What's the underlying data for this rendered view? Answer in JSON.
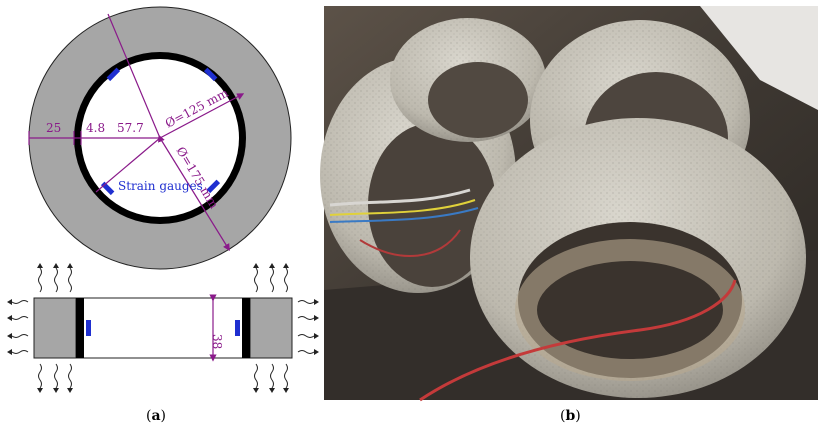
{
  "panel_a": {
    "dimensions": {
      "d_inner": "Ø=125 mm",
      "d_outer": "Ø=175 mm",
      "w_ring": "25",
      "w_steel": "4.8",
      "r_inner": "57.7",
      "height": "38"
    },
    "strain_label": "Strain gauges",
    "caption": {
      "open": "(",
      "letter": "a",
      "close": ")"
    }
  },
  "panel_b": {
    "caption": {
      "open": "(",
      "letter": "b",
      "close": ")"
    }
  },
  "colors": {
    "concrete": "#a6a6a6",
    "steel": "#000000",
    "gauge": "#1f2fd0",
    "dimension": "#8a1a8a"
  }
}
